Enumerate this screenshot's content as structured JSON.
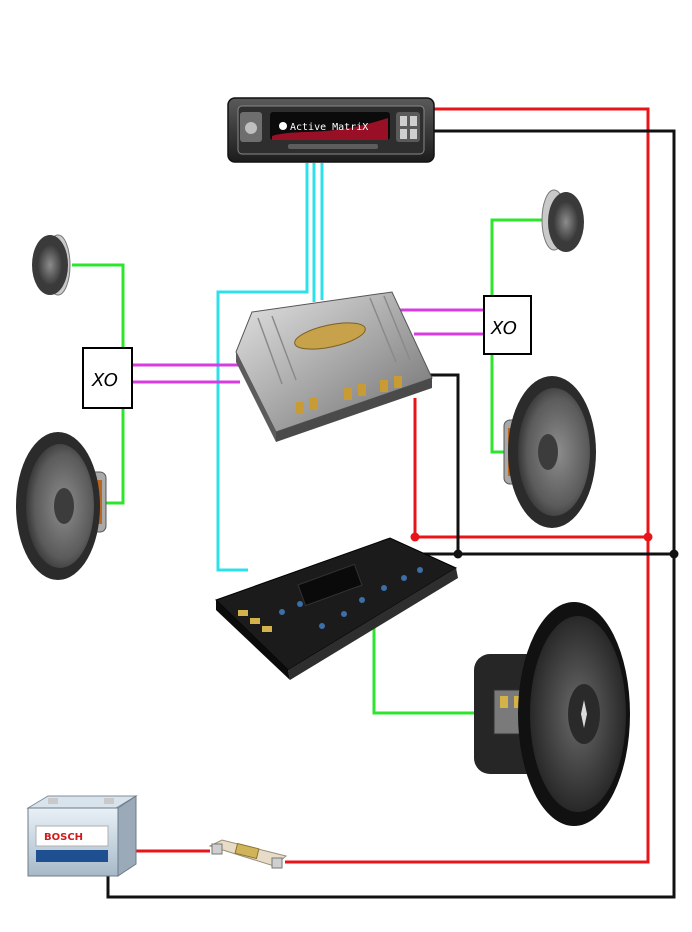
{
  "head_unit": {
    "display_text": "Active MatriX"
  },
  "crossovers": [
    {
      "label": "XO"
    },
    {
      "label": "XO"
    }
  ],
  "battery": {
    "brand": "BOSCH"
  },
  "wire_colors": {
    "power": "#e8141a",
    "ground": "#111111",
    "rca": "#2de0ea",
    "speaker_mid": "#d63ce0",
    "speaker": "#2ee52e"
  }
}
